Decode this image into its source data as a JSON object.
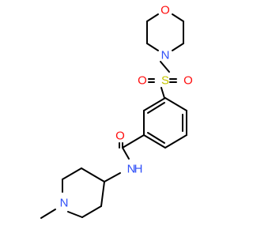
{
  "atoms": {
    "morpholine_oxygen": {
      "symbol": "O",
      "color": "#ff0d0d"
    },
    "morpholine_nitrogen": {
      "symbol": "N",
      "color": "#3050f8"
    },
    "sulfur": {
      "symbol": "S",
      "color": "#c6c600"
    },
    "sulfonyl_oxygen_left": {
      "symbol": "O",
      "color": "#ff0d0d"
    },
    "sulfonyl_oxygen_right": {
      "symbol": "O",
      "color": "#ff0d0d"
    },
    "carbonyl_oxygen": {
      "symbol": "O",
      "color": "#ff0d0d"
    },
    "amide_nitrogen": {
      "symbol": "N",
      "color": "#3050f8"
    },
    "amide_hydrogen": {
      "symbol": "H",
      "color": "#3050f8"
    },
    "piperidine_nitrogen": {
      "symbol": "N",
      "color": "#3050f8"
    }
  },
  "colors": {
    "bond": "#000000",
    "sulfur_bond": "#c6c600",
    "oxygen_bond": "#ff0d0d",
    "nitrogen_bond": "#3050f8"
  }
}
